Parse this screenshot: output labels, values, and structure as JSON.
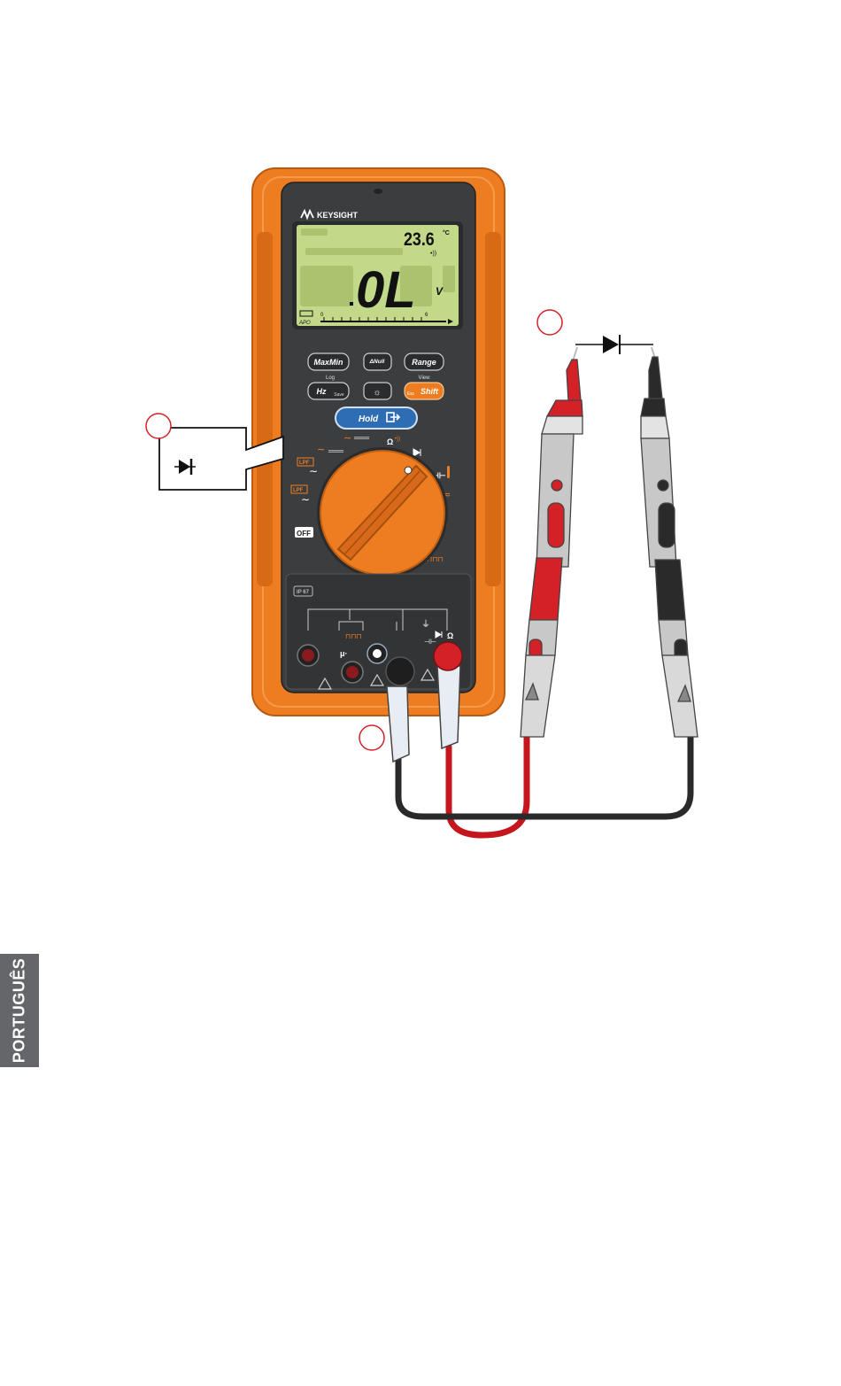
{
  "brand": {
    "name": "KEYSIGHT"
  },
  "display": {
    "secondary": "23.6",
    "secondary_unit": "°C",
    "primary": "0L",
    "primary_unit": "V",
    "scale_start": "0",
    "scale_end": "6",
    "apo": "APO"
  },
  "keypad": {
    "maxmin": "MaxMin",
    "log": "Log",
    "null": "ΔNull",
    "range": "Range",
    "view": "View",
    "hz": "Hz",
    "save": "Save",
    "shift": "Shift",
    "esc": "Esc",
    "hold": "Hold"
  },
  "dial": {
    "lpf_1": "LPF",
    "lpf_2": "LPF",
    "off": "OFF",
    "ohm": "Ω",
    "mu": "μ·",
    "ip": "IP 67"
  },
  "terminals": {
    "mu": "μ·",
    "ohm": "Ω"
  },
  "callout": {
    "icon": "diode-symbol-icon"
  },
  "sidebar": {
    "language": "PORTUGUÊS"
  },
  "colors": {
    "body_orange": "#ee7d22",
    "panel_dark": "#3c3d3f",
    "lcd_green": "#c3d98a",
    "probe_red": "#d42027",
    "hold_blue": "#2e6db4",
    "tab_gray": "#646669"
  }
}
